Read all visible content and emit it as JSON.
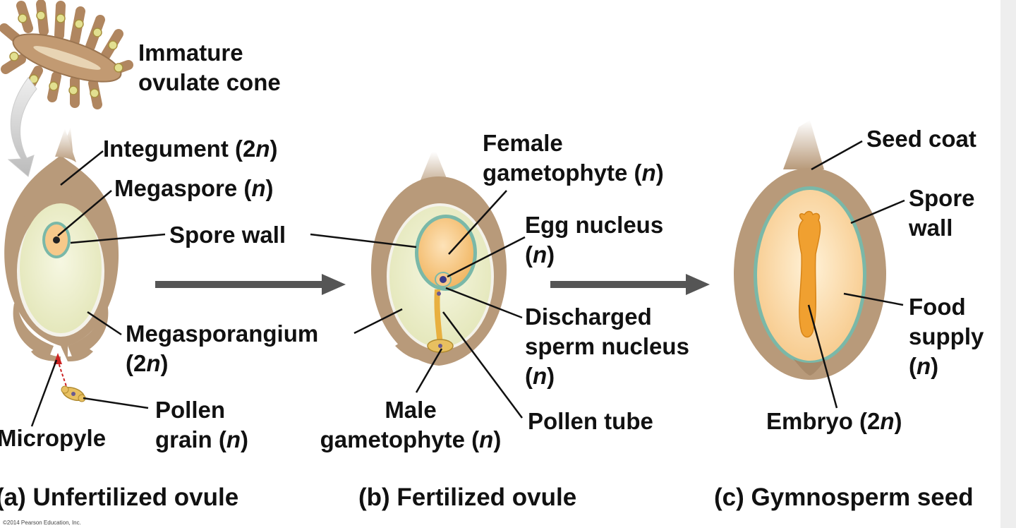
{
  "labels": {
    "cone": [
      "Immature",
      "ovulate cone"
    ],
    "integument": {
      "pre": "Integument (2",
      "n": "n",
      "post": ")"
    },
    "megaspore": {
      "pre": "Megaspore (",
      "n": "n",
      "post": ")"
    },
    "spore_wall_a": "Spore wall",
    "megasporangium": {
      "line1": "Megasporangium",
      "line2_pre": "(2",
      "n": "n",
      "line2_post": ")"
    },
    "micropyle": "Micropyle",
    "pollen_grain": {
      "line1": "Pollen",
      "line2_pre": "grain (",
      "n": "n",
      "line2_post": ")"
    },
    "female_gametophyte": {
      "line1": "Female",
      "line2_pre": "gametophyte (",
      "n": "n",
      "line2_post": ")"
    },
    "egg_nucleus": {
      "line1": "Egg nucleus",
      "line2_pre": "(",
      "n": "n",
      "line2_post": ")"
    },
    "discharged_sperm": {
      "line1": "Discharged",
      "line2": "sperm nucleus",
      "line3_pre": "(",
      "n": "n",
      "line3_post": ")"
    },
    "male_gametophyte": {
      "line1": "Male",
      "line2_pre": "gametophyte (",
      "n": "n",
      "line2_post": ")"
    },
    "pollen_tube": "Pollen tube",
    "seed_coat": "Seed coat",
    "spore_wall_c": [
      "Spore",
      "wall"
    ],
    "food_supply": {
      "line1": "Food",
      "line2": "supply",
      "line3_pre": "(",
      "n": "n",
      "line3_post": ")"
    },
    "embryo": {
      "pre": "Embryo (2",
      "n": "n",
      "post": ")"
    }
  },
  "captions": {
    "a": "(a) Unfertilized ovule",
    "b": "(b) Fertilized ovule",
    "c": "(c) Gymnosperm seed"
  },
  "copyright": "©2014 Pearson Education, Inc.",
  "colors": {
    "integument": "#b89a7a",
    "megasporangium": "#eef0cc",
    "spore_wall": "#7ab8a8",
    "gametophyte": "#f7c98a",
    "embryo": "#f0a030",
    "arrow": "#555555",
    "pollen": "#e8c060",
    "micropyle_arrow": "#cc2222"
  }
}
